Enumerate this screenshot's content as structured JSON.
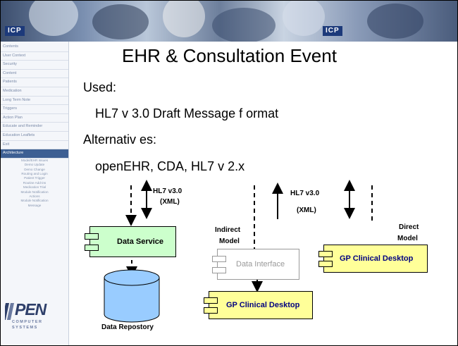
{
  "banner": {
    "logo_left": "ICP",
    "logo_right": "ICP"
  },
  "sidebar": {
    "items": [
      "Contents",
      "User Context",
      "Security",
      "Content",
      "Patients",
      "Medication",
      "Long Term Note",
      "Triggers",
      "Action Plan",
      "Educate and Reminder",
      "Education Leaflets",
      "Exit"
    ],
    "active_item": "Architecture",
    "sub_items": [
      "Model/EHR Issues",
      "Demo Update",
      "Demo Change",
      "Routing and Login",
      "Patient Trigger",
      "Routine Add-ins",
      "Medication Trial",
      "Module Notification",
      "Actions",
      "Module Notification",
      "Message"
    ]
  },
  "company_logo": {
    "main": "PEN",
    "line1": "COMPUTER",
    "line2": "SYSTEMS"
  },
  "slide": {
    "title": "EHR & Consultation Event",
    "used_label": "Used:",
    "used_value": "HL7 v 3.0 Draft Message f ormat",
    "alt_label": "Alternativ es:",
    "alt_value": "openEHR,  CDA, HL7 v 2.x"
  },
  "diagram": {
    "hl7_left": "HL7 v3.0",
    "xml_left": "(XML)",
    "hl7_right": "HL7 v3.0",
    "xml_right": "(XML)",
    "indirect_1": "Indirect",
    "indirect_2": "Model",
    "direct_1": "Direct",
    "direct_2": "Model",
    "data_service": "Data Service",
    "data_interface": "Data Interface",
    "gp_desktop_bottom": "GP Clinical Desktop",
    "gp_desktop_right": "GP Clinical Desktop",
    "data_repository": "Data Repostory"
  },
  "colors": {
    "data_service_fill": "#ccffcc",
    "gp_fill": "#ffff99",
    "gp_text": "#000080",
    "repository_fill": "#99ccff",
    "interface_stroke": "#999999"
  }
}
